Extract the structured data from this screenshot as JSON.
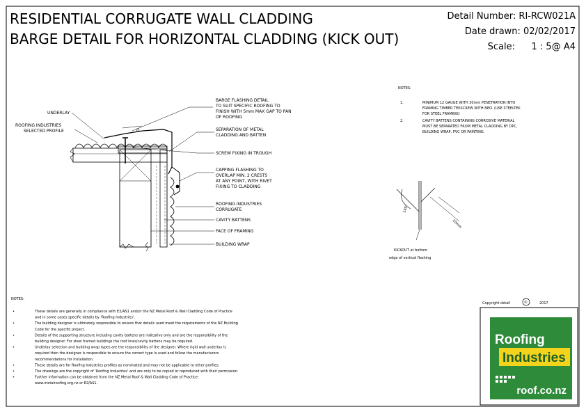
{
  "title": {
    "line1": "RESIDENTIAL CORRUGATE WALL CLADDING",
    "line2": "BARGE DETAIL FOR HORIZONTAL CLADDING (KICK OUT)"
  },
  "info": {
    "detail_number": "Detail Number:  RI-RCW021A",
    "date_drawn": "Date drawn:  02/02/2017",
    "scale_label": "Scale:",
    "scale_value": "1 : 5@ A4"
  },
  "labels": {
    "barge": [
      "BARGE FLASHING DETAIL",
      "TO SUIT SPECIFIC ROOFING TO",
      "FINISH WITH 5mm MAX GAP TO PAN",
      "OF ROOFING"
    ],
    "underlay": "UNDERLAY",
    "roofing_profile": [
      "ROOFING INDUSTRIES",
      "SELECTED PROFILE"
    ],
    "separation": [
      "SEPARATION OF METAL",
      "CLADDING AND BATTEN"
    ],
    "screw": "SCREW FIXING IN TROUGH",
    "capping": [
      "CAPPING FLASHING TO",
      "OVERLAP MIN. 2 CRESTS",
      "AT ANY POINT, WITH RIVET",
      "FIXING TO CLADDING"
    ],
    "corrugate": [
      "ROOFING INDUSTRIES",
      "CORRUGATE"
    ],
    "cavity": "CAVITY BATTENS",
    "face": "FACE OF FRAMING",
    "wrap": "BUILDING WRAP",
    "dim_d": "D",
    "kickout_angle": "145°",
    "kickout_dim": "10mm",
    "kickout_caption": [
      "KICKOUT at bottom",
      "edge of vertical flashing"
    ]
  },
  "notes_right": {
    "heading": "NOTES:",
    "items": [
      {
        "num": "1.",
        "lines": [
          "MINIMUM 12 GAUGE WITH 30mm PENETRATION INTO",
          "FRAMING TIMBER TEKSCREW WITH NEO.  (USE STEELTEK",
          "FOR STEEL FRAMING)"
        ]
      },
      {
        "num": "2.",
        "lines": [
          "CAVITY BATTENS CONTAINING CORROSIVE MATERIAL",
          "MUST BE SEPARATED FROM METAL CLADDING BY DPC,",
          "BUILDING WRAP, PVC OR PAINTING."
        ]
      }
    ]
  },
  "notes_bottom": {
    "heading": "NOTES:",
    "items": [
      [
        "These details are generally in compliance with E2/AS1 and/or the NZ Metal Roof & Wall Cladding Code of Practice",
        "and in some cases specific details by 'Roofing Industries'."
      ],
      [
        "The building designer is ultimately responsible to ensure that details used meet the requirements of the NZ Building",
        "Code for the specific project."
      ],
      [
        "Details of the supporting structure including cavity battens are indicative only and are the responsibility of the",
        "building designer.  For steel framed buildings the roof lines/cavity battens may be required."
      ],
      [
        "Underlay selection and building wrap types are the responsibility of the designer. Where rigid wall underlay is",
        "required then the designer is responsible to ensure the correct type is used and follow the manufacturers",
        "recommendations for installation."
      ],
      [
        "These details are for Roofing Industries profiles as nominated and may not be applicable to other profiles."
      ],
      [
        "The drawings are the copyright of 'Roofing Industries' and are only to be copied or reproduced with their permission."
      ],
      [
        "Further information can be obtained from the  NZ Metal Roof & Wall Cladding Code of Practice:",
        "www.metalroofing.org.nz or E2/AS1."
      ]
    ]
  },
  "copyright": {
    "label": "Copyright detail",
    "symbol": "©",
    "year": "2017"
  },
  "logo": {
    "line1": "Roofing",
    "line2": "Industries",
    "url": "roof.co.nz"
  },
  "colors": {
    "logo_green": "#2e8b3a",
    "logo_yellow": "#f4d31c"
  }
}
